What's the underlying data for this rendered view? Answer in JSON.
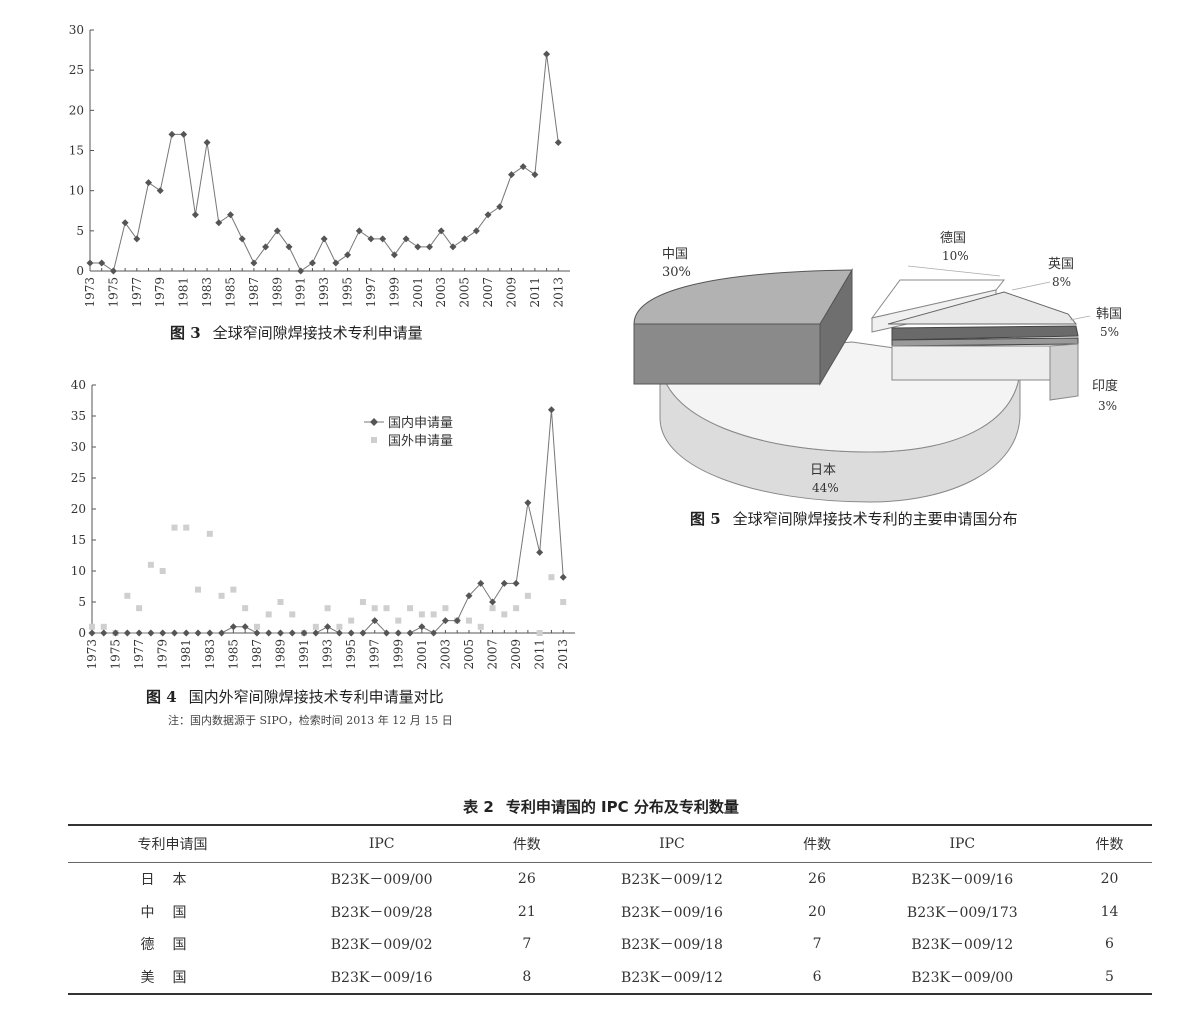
{
  "fig3": {
    "caption_num": "图 3",
    "caption_text": "全球窄间隙焊接技术专利申请量",
    "chart_data": {
      "type": "line",
      "x": [
        1973,
        1974,
        1975,
        1976,
        1977,
        1978,
        1979,
        1980,
        1981,
        1982,
        1983,
        1984,
        1985,
        1986,
        1987,
        1988,
        1989,
        1990,
        1991,
        1992,
        1993,
        1994,
        1995,
        1996,
        1997,
        1998,
        1999,
        2000,
        2001,
        2002,
        2003,
        2004,
        2005,
        2006,
        2007,
        2008,
        2009,
        2010,
        2011,
        2012,
        2013
      ],
      "x_tick_labels": [
        "1973",
        "1975",
        "1977",
        "1979",
        "1981",
        "1983",
        "1985",
        "1987",
        "1989",
        "1991",
        "1993",
        "1995",
        "1997",
        "1999",
        "2001",
        "2003",
        "2005",
        "2007",
        "2009",
        "2011",
        "2013"
      ],
      "values": [
        1,
        1,
        0,
        6,
        4,
        11,
        10,
        17,
        17,
        7,
        16,
        6,
        7,
        4,
        1,
        3,
        5,
        3,
        0,
        1,
        4,
        1,
        2,
        5,
        4,
        4,
        2,
        4,
        3,
        3,
        5,
        3,
        4,
        5,
        7,
        8,
        12,
        13,
        12,
        27,
        16
      ],
      "yticks": [
        0,
        5,
        10,
        15,
        20,
        25,
        30
      ],
      "ylim": [
        0,
        30
      ],
      "xlim": [
        1973,
        2014
      ]
    }
  },
  "fig4": {
    "caption_num": "图 4",
    "caption_text": "国内外窄间隙焊接技术专利申请量对比",
    "note": "注：国内数据源于 SIPO，检索时间 2013 年 12 月 15 日",
    "chart_data": {
      "type": "line",
      "x": [
        1973,
        1974,
        1975,
        1976,
        1977,
        1978,
        1979,
        1980,
        1981,
        1982,
        1983,
        1984,
        1985,
        1986,
        1987,
        1988,
        1989,
        1990,
        1991,
        1992,
        1993,
        1994,
        1995,
        1996,
        1997,
        1998,
        1999,
        2000,
        2001,
        2002,
        2003,
        2004,
        2005,
        2006,
        2007,
        2008,
        2009,
        2010,
        2011,
        2012,
        2013
      ],
      "x_tick_labels": [
        "1973",
        "1975",
        "1977",
        "1979",
        "1981",
        "1983",
        "1985",
        "1987",
        "1989",
        "1991",
        "1993",
        "1995",
        "1997",
        "1999",
        "2001",
        "2003",
        "2005",
        "2007",
        "2009",
        "2011",
        "2013"
      ],
      "series": [
        {
          "name": "国内申请量",
          "values": [
            0,
            0,
            0,
            0,
            0,
            0,
            0,
            0,
            0,
            0,
            0,
            0,
            1,
            1,
            0,
            0,
            0,
            0,
            0,
            0,
            1,
            0,
            0,
            0,
            2,
            0,
            0,
            0,
            1,
            0,
            2,
            2,
            6,
            8,
            5,
            8,
            8,
            21,
            13,
            36,
            9
          ]
        },
        {
          "name": "国外申请量",
          "values": [
            1,
            1,
            0,
            6,
            4,
            11,
            10,
            17,
            17,
            7,
            16,
            6,
            7,
            4,
            1,
            3,
            5,
            3,
            0,
            1,
            4,
            1,
            2,
            5,
            4,
            4,
            2,
            4,
            3,
            3,
            4,
            2,
            2,
            1,
            4,
            3,
            4,
            6,
            0,
            9,
            5
          ]
        }
      ],
      "yticks": [
        0,
        5,
        10,
        15,
        20,
        25,
        30,
        35,
        40
      ],
      "ylim": [
        0,
        40
      ],
      "xlim": [
        1973,
        2014
      ]
    }
  },
  "fig5": {
    "caption_num": "图 5",
    "caption_text": "全球窄间隙焊接技术专利的主要申请国分布",
    "chart_data": {
      "type": "pie",
      "slices": [
        {
          "label": "中国",
          "value": "30%"
        },
        {
          "label": "德国",
          "value": "10%"
        },
        {
          "label": "英国",
          "value": "8%"
        },
        {
          "label": "韩国",
          "value": "5%"
        },
        {
          "label": "印度",
          "value": "3%"
        },
        {
          "label": "日本",
          "value": "44%"
        }
      ],
      "colors": {
        "china_top": "#a9a9a9",
        "china_side": "#7a7a7a",
        "japan_top": "#f4f4f4",
        "japan_side": "#d8d8d8"
      }
    }
  },
  "table2": {
    "title_num": "表 2",
    "title_text": "专利申请国的 IPC 分布及专利数量",
    "headers": [
      "专利申请国",
      "IPC",
      "件数",
      "IPC",
      "件数",
      "IPC",
      "件数"
    ],
    "rows": [
      [
        "日本",
        "B23K－009/00",
        "26",
        "B23K－009/12",
        "26",
        "B23K－009/16",
        "20"
      ],
      [
        "中国",
        "B23K－009/28",
        "21",
        "B23K－009/16",
        "20",
        "B23K－009/173",
        "14"
      ],
      [
        "德国",
        "B23K－009/02",
        "7",
        "B23K－009/18",
        "7",
        "B23K－009/12",
        "6"
      ],
      [
        "美国",
        "B23K－009/16",
        "8",
        "B23K－009/12",
        "6",
        "B23K－009/00",
        "5"
      ]
    ]
  }
}
